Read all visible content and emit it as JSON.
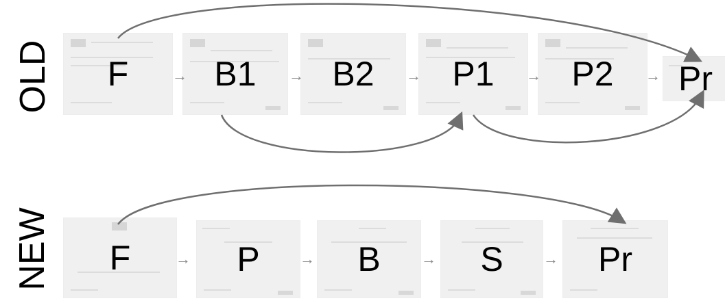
{
  "old": {
    "label": "OLD",
    "screens": [
      "F",
      "B1",
      "B2",
      "P1",
      "P2",
      "Pr"
    ]
  },
  "new": {
    "label": "NEW",
    "screens": [
      "F",
      "P",
      "B",
      "S",
      "Pr"
    ]
  },
  "colors": {
    "curve": "#6f6f6f",
    "arrow": "#8a8a8a",
    "thumb": "#f0f0f0"
  }
}
